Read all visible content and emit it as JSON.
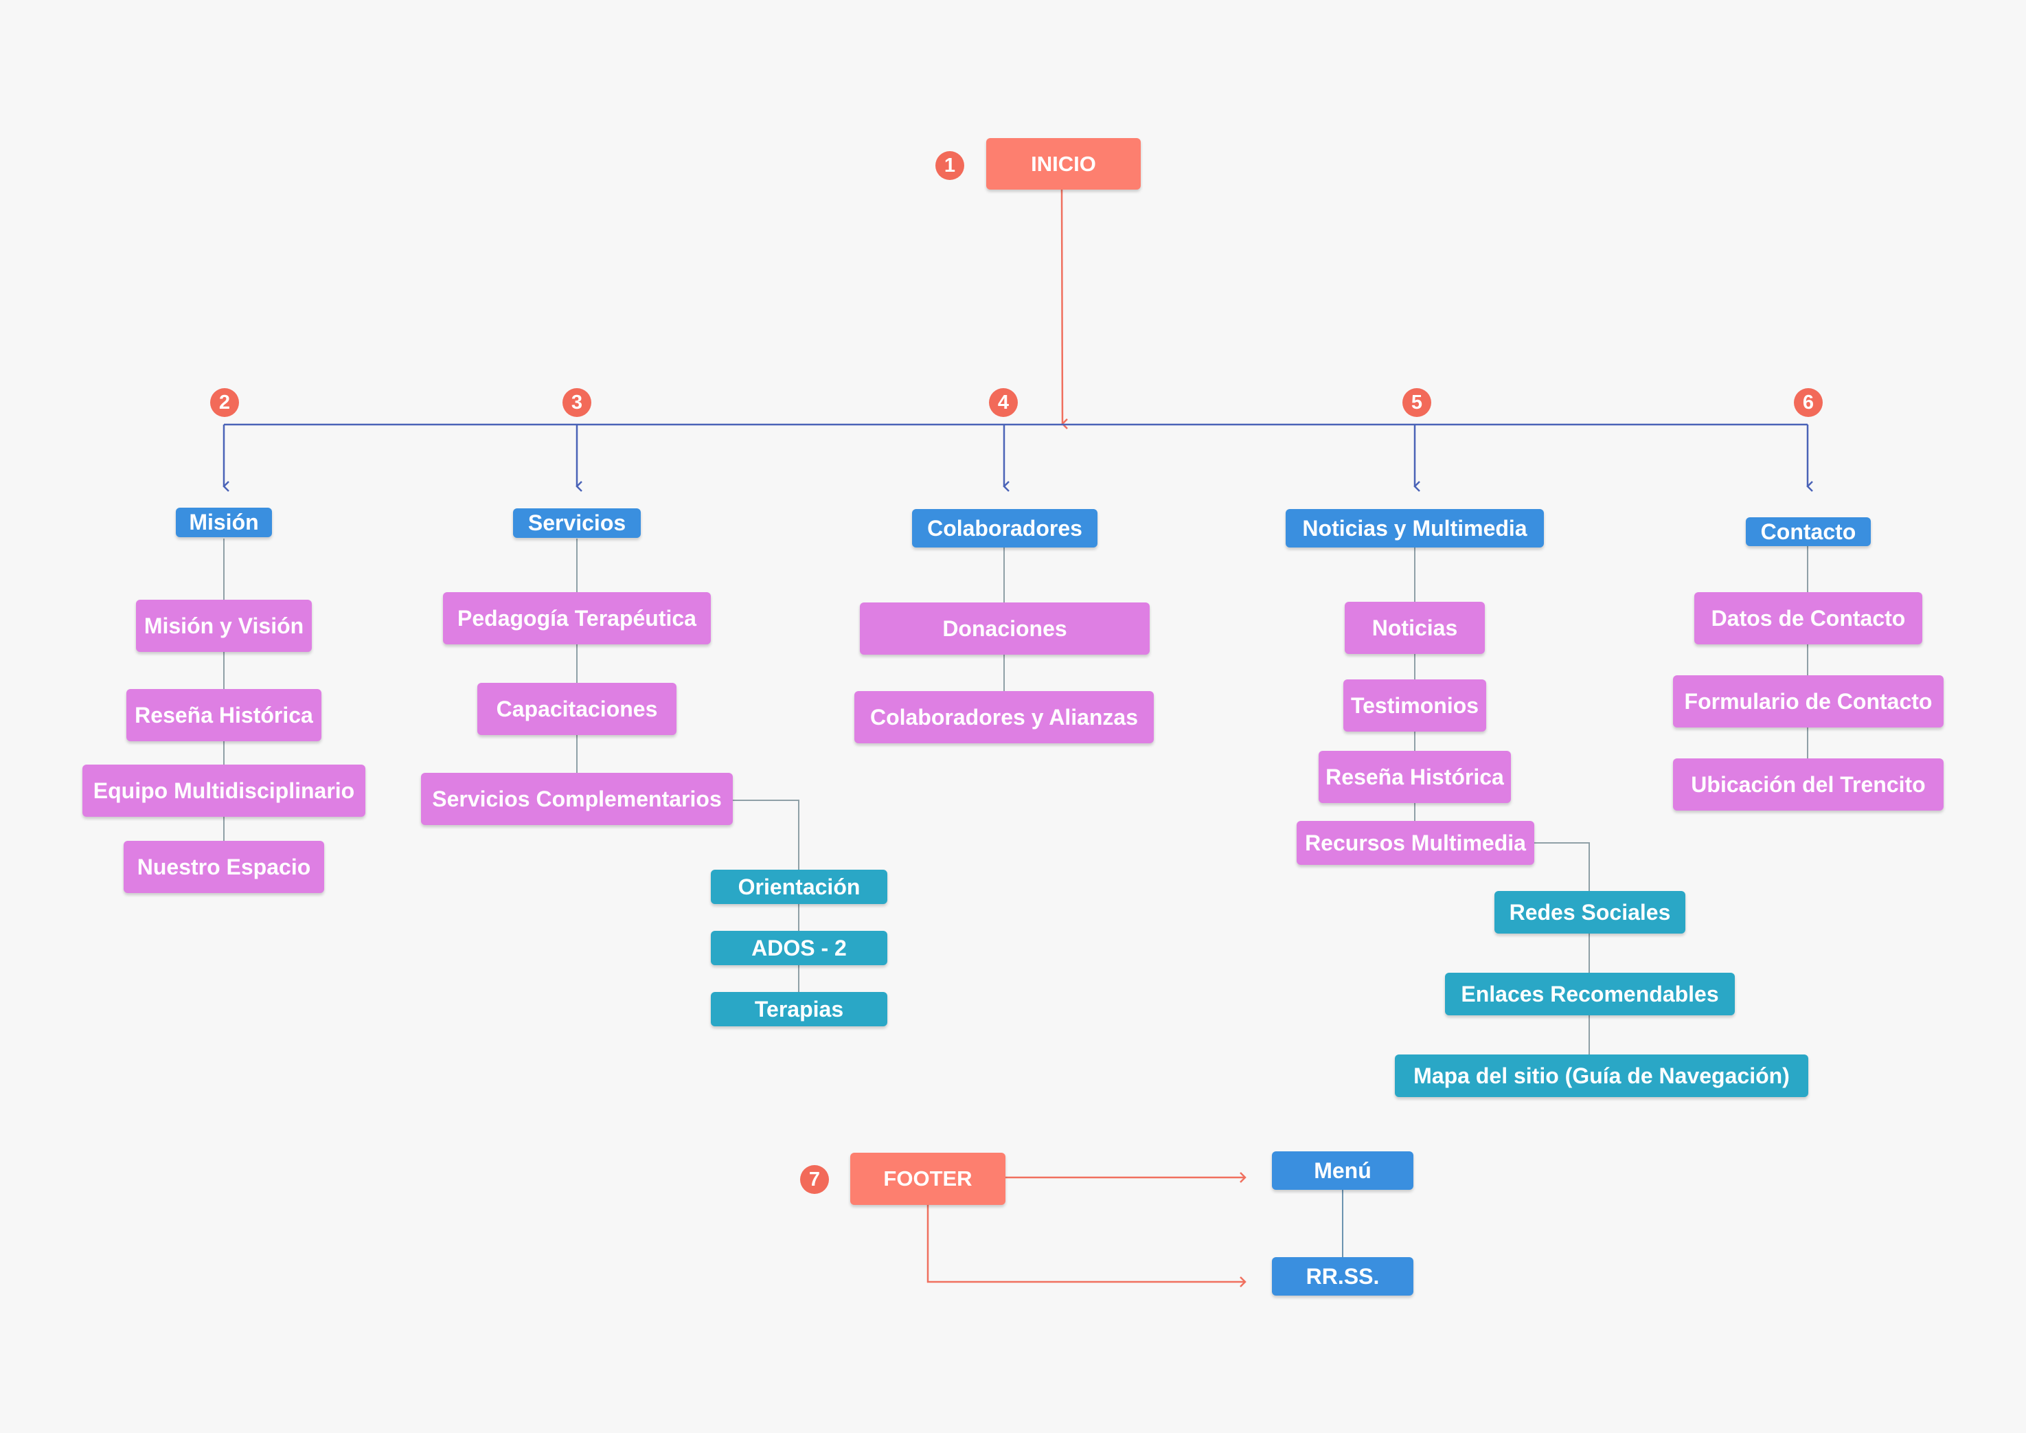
{
  "colors": {
    "background": "#f7f7f7",
    "coral": "#fd7f6f",
    "badge": "#f26a59",
    "blue": "#3a8fdf",
    "pink": "#de7fe3",
    "teal": "#2aa7c6",
    "connector_blue": "#4a63b7",
    "connector_coral": "#f0705f",
    "connector_gray": "#8fa0a7"
  },
  "root": {
    "number": "1",
    "label": "INICIO"
  },
  "sections": [
    {
      "number": "2",
      "label": "Misión",
      "items": [
        "Misión y Visión",
        "Reseña Histórica",
        "Equipo Multidisciplinario",
        "Nuestro Espacio"
      ]
    },
    {
      "number": "3",
      "label": "Servicios",
      "items": [
        "Pedagogía Terapéutica",
        "Capacitaciones",
        "Servicios Complementarios"
      ],
      "subitems": [
        "Orientación",
        "ADOS - 2",
        "Terapias"
      ]
    },
    {
      "number": "4",
      "label": "Colaboradores",
      "items": [
        "Donaciones",
        "Colaboradores y Alianzas"
      ]
    },
    {
      "number": "5",
      "label": "Noticias y Multimedia",
      "items": [
        "Noticias",
        "Testimonios",
        "Reseña Histórica",
        "Recursos Multimedia"
      ],
      "subitems": [
        "Redes Sociales",
        "Enlaces Recomendables",
        "Mapa del sitio (Guía de Navegación)"
      ]
    },
    {
      "number": "6",
      "label": "Contacto",
      "items": [
        "Datos de Contacto",
        "Formulario de Contacto",
        "Ubicación del Trencito"
      ]
    }
  ],
  "footer": {
    "number": "7",
    "label": "FOOTER",
    "items": [
      "Menú",
      "RR.SS."
    ]
  }
}
